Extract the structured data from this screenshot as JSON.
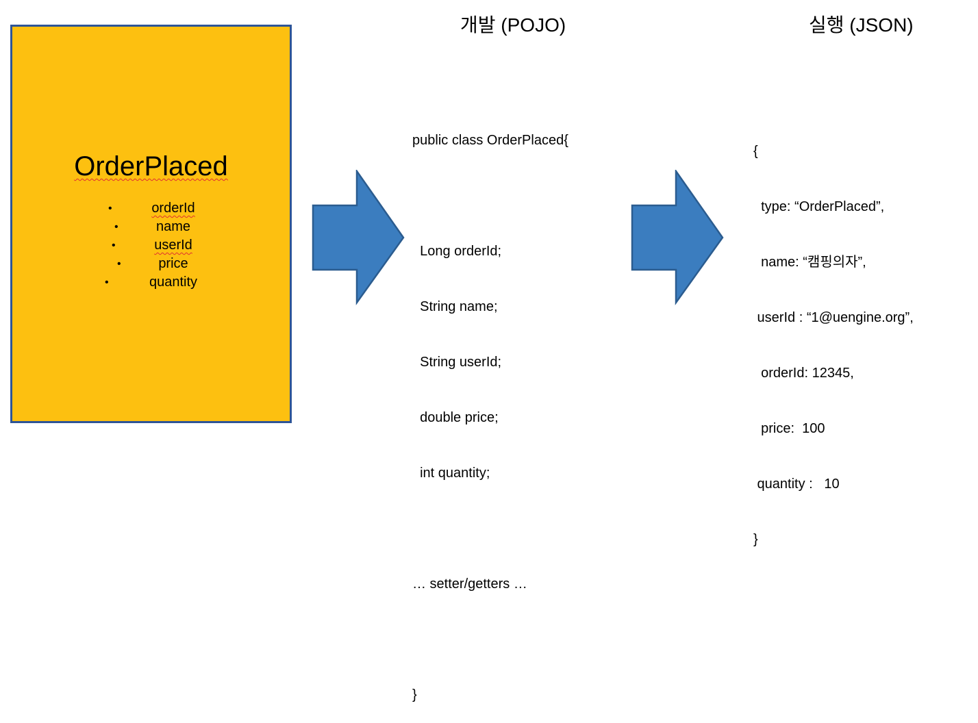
{
  "sticky": {
    "title": "OrderPlaced",
    "attributes": [
      "orderId",
      "name",
      "userId",
      "price",
      "quantity"
    ]
  },
  "pojo": {
    "title": "개발 (POJO)",
    "lines": [
      "public class OrderPlaced{",
      "",
      "  Long orderId;",
      "  String name;",
      "  String userId;",
      "  double price;",
      "  int quantity;",
      "",
      "… setter/getters …",
      "",
      "}"
    ]
  },
  "json": {
    "title": "실행 (JSON)",
    "lines": [
      "{",
      "  type: “OrderPlaced”,",
      "  name: “캠핑의자”,",
      " userId : “1@uengine.org”,",
      "  orderId: 12345,",
      "  price:  100",
      " quantity :   10",
      "}"
    ]
  },
  "colors": {
    "sticky_fill": "#FDC010",
    "sticky_border": "#2E5597",
    "arrow_fill": "#3B7DBF",
    "arrow_stroke": "#2B5C8F"
  }
}
